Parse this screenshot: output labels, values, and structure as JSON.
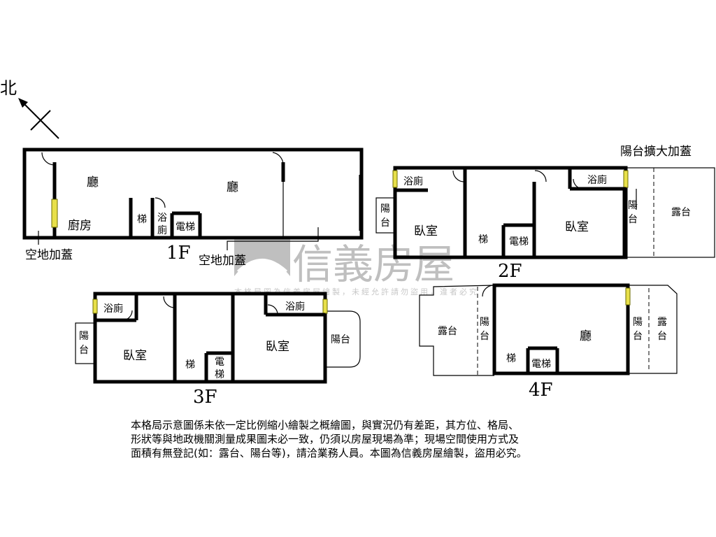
{
  "compass": {
    "north_label": "北"
  },
  "watermark": {
    "brand": "信義房屋",
    "notice": "本格局圖為信義房屋繪製，未經允許請勿盜用，違者必究"
  },
  "floors": {
    "f1": {
      "label": "1F",
      "rooms": [
        "廳",
        "廳",
        "廚房",
        "梯",
        "浴",
        "廁",
        "電梯"
      ],
      "annotations": [
        "空地加蓋",
        "空地加蓋"
      ]
    },
    "f2": {
      "label": "2F",
      "rooms": [
        "浴廁",
        "陽",
        "台",
        "臥室",
        "梯",
        "電梯",
        "臥室",
        "浴廁",
        "陽",
        "台",
        "露台"
      ],
      "annotations": [
        "陽台擴大加蓋"
      ]
    },
    "f3": {
      "label": "3F",
      "rooms": [
        "浴廁",
        "陽",
        "台",
        "臥室",
        "梯",
        "電",
        "梯",
        "臥室",
        "浴廁",
        "陽台"
      ]
    },
    "f4": {
      "label": "4F",
      "rooms": [
        "露台",
        "陽",
        "台",
        "梯",
        "電梯",
        "廳",
        "陽",
        "台",
        "露",
        "台"
      ]
    }
  },
  "disclaimer": [
    "本格局示意圖係未依一定比例縮小繪製之概繪圖，與實況仍有差距，其方位、格局、",
    "形狀等與地政機關測量成果圖未必一致，仍須以房屋現場為準；現場空間使用方式及",
    "面積有無登記(如：露台、陽台等)，請洽業務人員。本圖為信義房屋繪製，盜用必究。"
  ]
}
